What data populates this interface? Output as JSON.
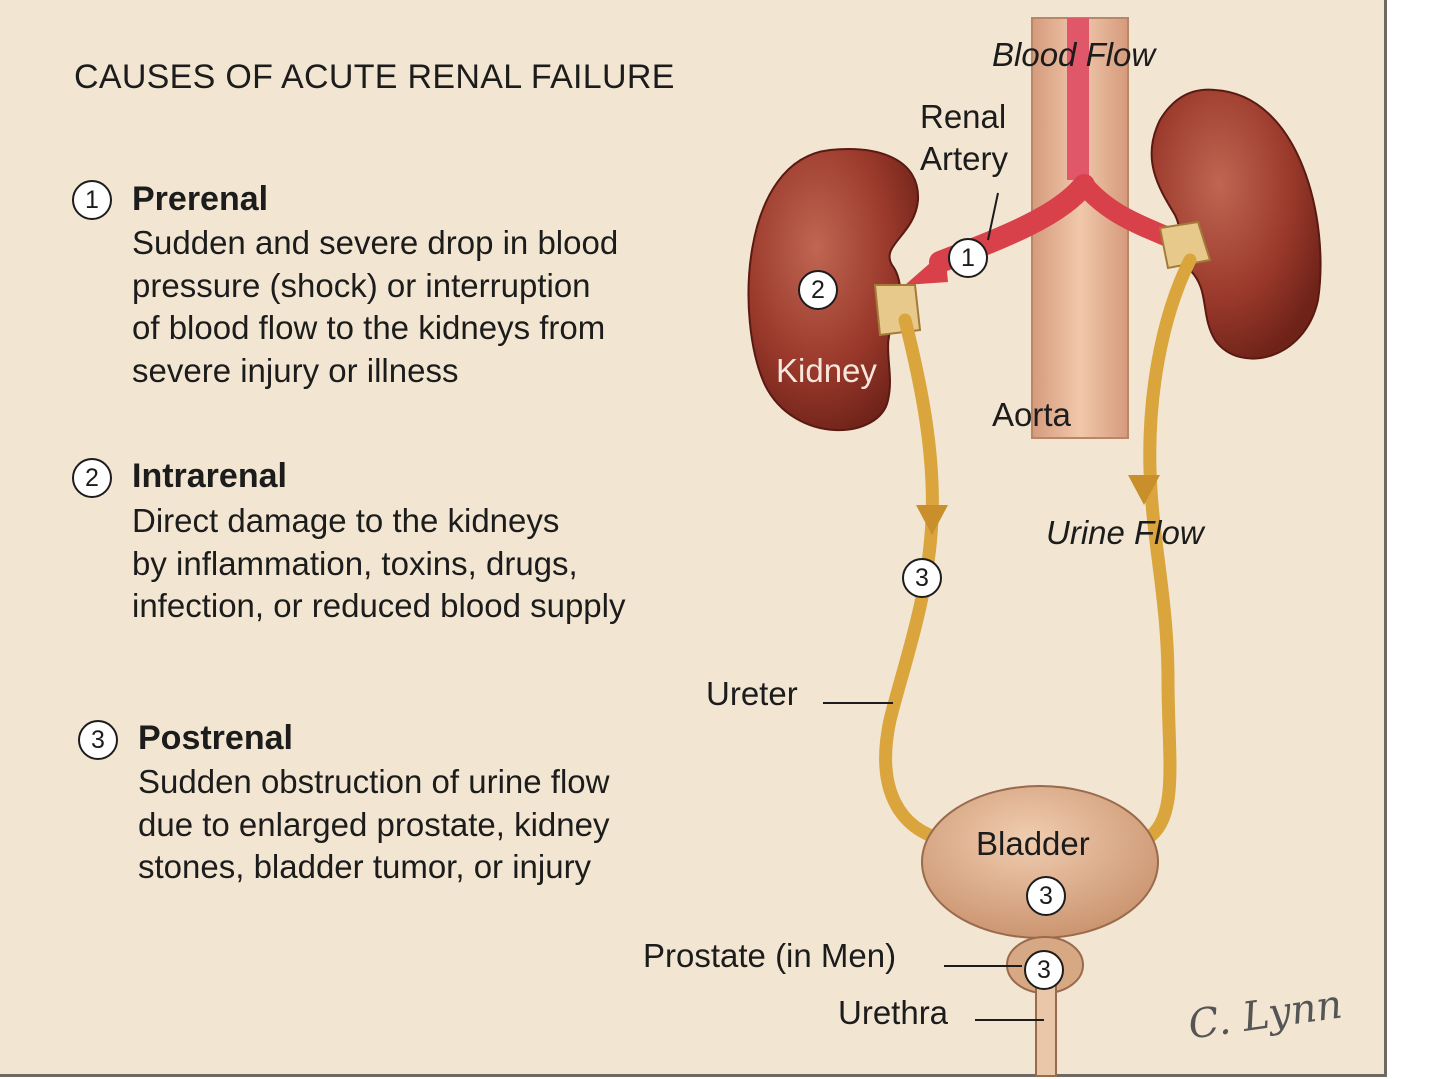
{
  "title": "CAUSES OF ACUTE RENAL FAILURE",
  "causes": [
    {
      "number": "1",
      "heading": "Prerenal",
      "lines": [
        "Sudden and severe drop in blood",
        "pressure (shock) or interruption",
        "of blood flow to the kidneys from",
        "severe injury or illness"
      ]
    },
    {
      "number": "2",
      "heading": "Intrarenal",
      "lines": [
        "Direct damage to the kidneys",
        "by inflammation, toxins, drugs,",
        "infection, or reduced blood supply"
      ]
    },
    {
      "number": "3",
      "heading": "Postrenal",
      "lines": [
        "Sudden obstruction of urine flow",
        "due to enlarged prostate, kidney",
        "stones, bladder tumor, or injury"
      ]
    }
  ],
  "labels": {
    "blood_flow": "Blood  Flow",
    "renal_artery_1": "Renal",
    "renal_artery_2": "Artery",
    "kidney": "Kidney",
    "aorta": "Aorta",
    "urine_flow": "Urine  Flow",
    "ureter": "Ureter",
    "bladder": "Bladder",
    "prostate": "Prostate (in Men)",
    "urethra": "Urethra"
  },
  "markers": {
    "renal_artery": "1",
    "kidney": "2",
    "ureter": "3",
    "bladder": "3",
    "prostate": "3"
  },
  "signature": "C. Lynn",
  "colors": {
    "background": "#f2e6d2",
    "kidney": "#9b3a2c",
    "artery": "#d8404a",
    "aorta": "#e9b79a",
    "ureter": "#d9a53c",
    "bladder": "#ddb18f"
  }
}
